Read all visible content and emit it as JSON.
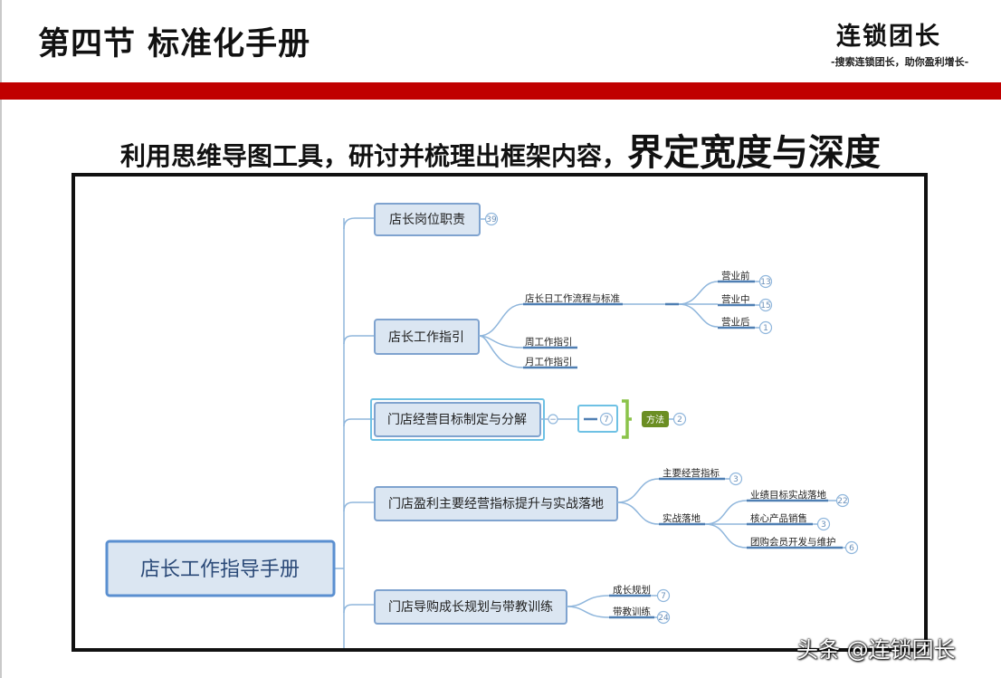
{
  "header": {
    "section_title": "第四节 标准化手册",
    "brand_logo": "连锁团长",
    "brand_slogan": "-搜索连锁团长，助你盈利增长-",
    "band_color": "#c00000"
  },
  "headline": {
    "normal": "利用思维导图工具，研讨并梳理出框架内容，",
    "emphasis": "界定宽度与深度"
  },
  "mindmap": {
    "root": "店长工作指导手册",
    "b1": {
      "label": "店长岗位职责",
      "count": "39"
    },
    "b2": {
      "label": "店长工作指引",
      "c1": {
        "label": "店长日工作流程与标准",
        "d1": {
          "label": "营业前",
          "count": "13"
        },
        "d2": {
          "label": "营业中",
          "count": "15"
        },
        "d3": {
          "label": "营业后",
          "count": "1"
        }
      },
      "c2": {
        "label": "周工作指引"
      },
      "c3": {
        "label": "月工作指引"
      }
    },
    "b3": {
      "label": "门店经营目标制定与分解",
      "collapse": "−",
      "inner_count": "7",
      "tag": "方法",
      "tag_count": "2"
    },
    "b4": {
      "label": "门店盈利主要经营指标提升与实战落地",
      "c1": {
        "label": "主要经营指标",
        "count": "3"
      },
      "c2": {
        "label": "实战落地",
        "d1": {
          "label": "业绩目标实战落地",
          "count": "22"
        },
        "d2": {
          "label": "核心产品销售",
          "count": "3"
        },
        "d3": {
          "label": "团购会员开发与维护",
          "count": "6"
        }
      }
    },
    "b5": {
      "label": "门店导购成长规划与带教训练",
      "c1": {
        "label": "成长规划",
        "count": "7"
      },
      "c2": {
        "label": "带教训练",
        "count": "24"
      }
    },
    "colors": {
      "line": "#8fb6dc",
      "node_fill": "#dbe6f2",
      "node_border": "#7fa3cf",
      "tag": "#6b8e23",
      "bracket": "#8bc34a",
      "count": "#8fb6dc"
    }
  },
  "watermark": "头条 @连锁团长"
}
